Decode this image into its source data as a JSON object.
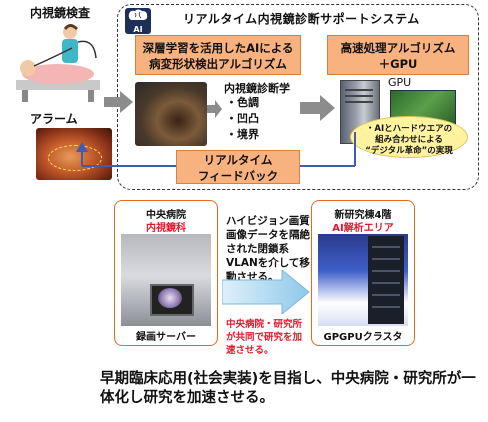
{
  "top": {
    "exam_label": "内視鏡検査",
    "alarm_label": "アラーム",
    "system_title": "リアルタイム内視鏡診断サポートシステム",
    "ai_logo_text": "AI",
    "dl_box": [
      "深層学習を活用したAIによる",
      "病変形状検出アルゴリズム"
    ],
    "algo_box": [
      "高速処理アルゴリズム",
      "＋GPU"
    ],
    "endo_learning_title": "内視鏡診断学",
    "endo_learning_items": [
      "・色調",
      "・凹凸",
      "・境界"
    ],
    "gpu_label": "GPU",
    "callout": [
      "・AIとハードウエアの",
      "組み合わせによる",
      "“デジタル革命”の実現"
    ],
    "feedback_box": [
      "リアルタイム",
      "フィードバック"
    ]
  },
  "bottom": {
    "hospital_name": "中央病院",
    "hospital_dept": "内視鏡科",
    "recorder_caption": "録画サーバー",
    "lab_name": "新研究棟4階",
    "lab_area": "AI解析エリア",
    "cluster_caption": "GPGPUクラスタ",
    "hd_text": "ハイビジョン画質画像データを隔絶された閉鎖系VLANを介して移動させる。",
    "red_text": "中央病院・研究所が共同で研究を加速させる。"
  },
  "footer": {
    "text": "早期臨床応用(社会実装)を目指し、中央病院・研究所が一体化し研究を加速させる。"
  },
  "colors": {
    "orange_fill": "#f7b27f",
    "orange_border": "#e46a1e",
    "red_text": "#e3182d",
    "arrow_gray": "#8c8c8c",
    "feedback_blue": "#3f5bb3"
  }
}
